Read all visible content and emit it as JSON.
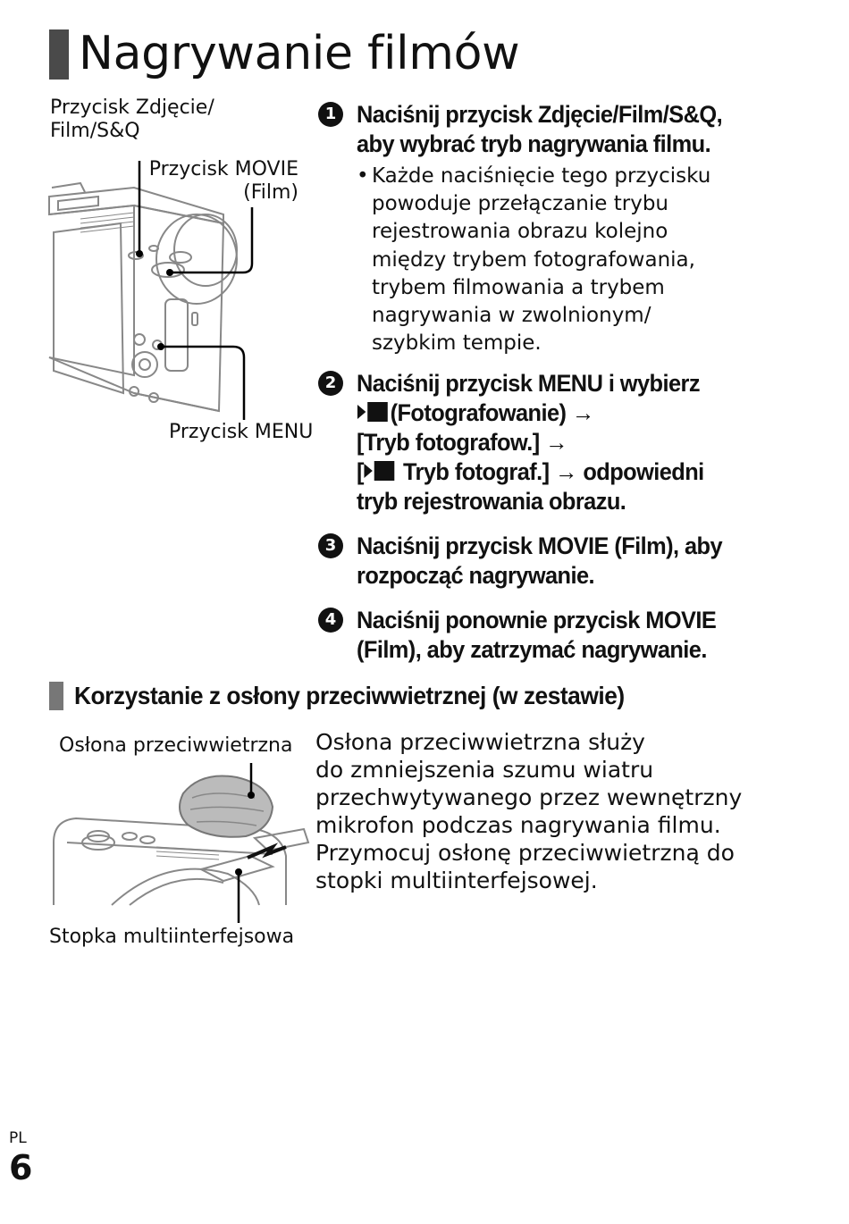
{
  "title": "Nagrywanie filmów",
  "camera_figure": {
    "label_photo_movie": [
      "Przycisk Zdjęcie/",
      "Film/S&Q"
    ],
    "label_movie": [
      "Przycisk MOVIE",
      "(Film)"
    ],
    "label_menu": "Przycisk MENU"
  },
  "steps": [
    {
      "number": "1",
      "lines": [
        "Naciśnij przycisk Zdjęcie/Film/S&Q,",
        "aby wybrać tryb nagrywania filmu."
      ]
    },
    {
      "number": "2",
      "line1": "Naciśnij przycisk MENU i wybierz",
      "line2": "(Fotografowanie) →",
      "line3": "[Tryb fotografow.] →",
      "line4_a": "[",
      "line4_b": " Tryb fotograf.] → odpowiedni",
      "line5": "tryb rejestrowania obrazu."
    },
    {
      "number": "3",
      "lines": [
        "Naciśnij przycisk MOVIE (Film), aby",
        "rozpocząć nagrywanie."
      ]
    },
    {
      "number": "4",
      "lines": [
        "Naciśnij ponownie przycisk MOVIE",
        "(Film), aby zatrzymać nagrywanie."
      ]
    }
  ],
  "step1_bullet": {
    "marker": "•",
    "lines": [
      "Każde naciśnięcie tego przycisku",
      "powoduje przełączanie trybu",
      "rejestrowania obrazu kolejno",
      "między trybem fotografowania,",
      "trybem filmowania a trybem",
      "nagrywania w zwolnionym/",
      "szybkim tempie."
    ]
  },
  "windscreen_section": {
    "heading": "Korzystanie z osłony przeciwwietrznej (w zestawie)",
    "label_windscreen": "Osłona przeciwwietrzna",
    "label_shoe": "Stopka multiinterfejsowa",
    "paragraph_lines": [
      "Osłona przeciwwietrzna służy",
      "do zmniejszenia szumu wiatru",
      "przechwytywanego przez wewnętrzny",
      "mikrofon podczas nagrywania filmu.",
      "Przymocuj osłonę przeciwwietrzną do",
      "stopki multiinterfejsowej."
    ]
  },
  "footer": {
    "language": "PL",
    "page_number": "6"
  },
  "icons": {
    "mode": "photo-movie-mode-icon"
  }
}
